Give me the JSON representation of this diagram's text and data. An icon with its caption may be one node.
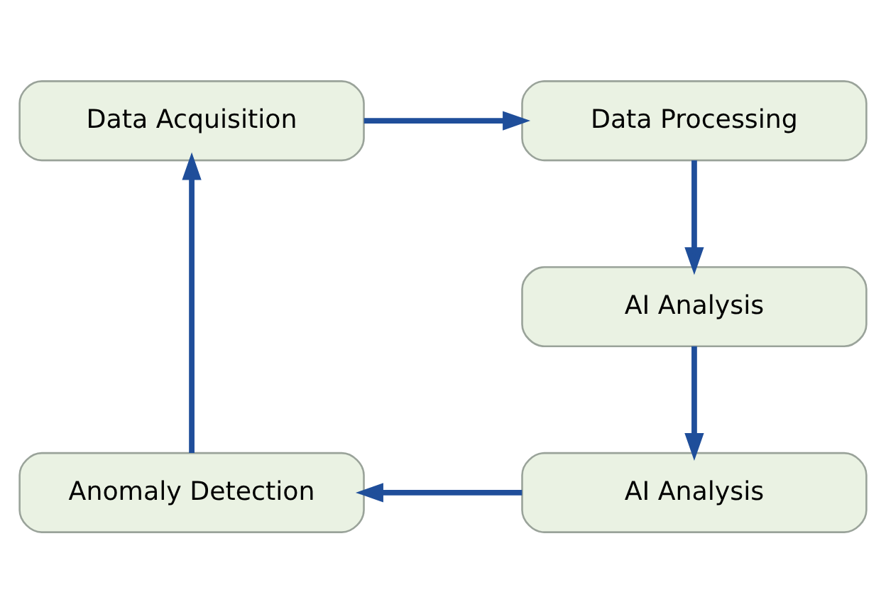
{
  "diagram": {
    "nodes": [
      {
        "text": [
          "Data Acquisition"
        ]
      },
      {
        "text": [
          "Data Processing"
        ]
      },
      {
        "text": [
          "AI Analysis"
        ]
      },
      {
        "text": [
          "AI Analysis"
        ]
      },
      {
        "text": [
          "Anomaly Detection"
        ]
      }
    ],
    "edges": [
      {
        "from": 0,
        "to": 1,
        "arrow": "to"
      },
      {
        "from": 1,
        "to": 2,
        "arrow": "to"
      },
      {
        "from": 2,
        "to": 3,
        "arrow": "to"
      },
      {
        "from": 3,
        "to": 4,
        "arrow": "to"
      },
      {
        "from": 4,
        "to": 0,
        "arrow": "to"
      }
    ]
  }
}
